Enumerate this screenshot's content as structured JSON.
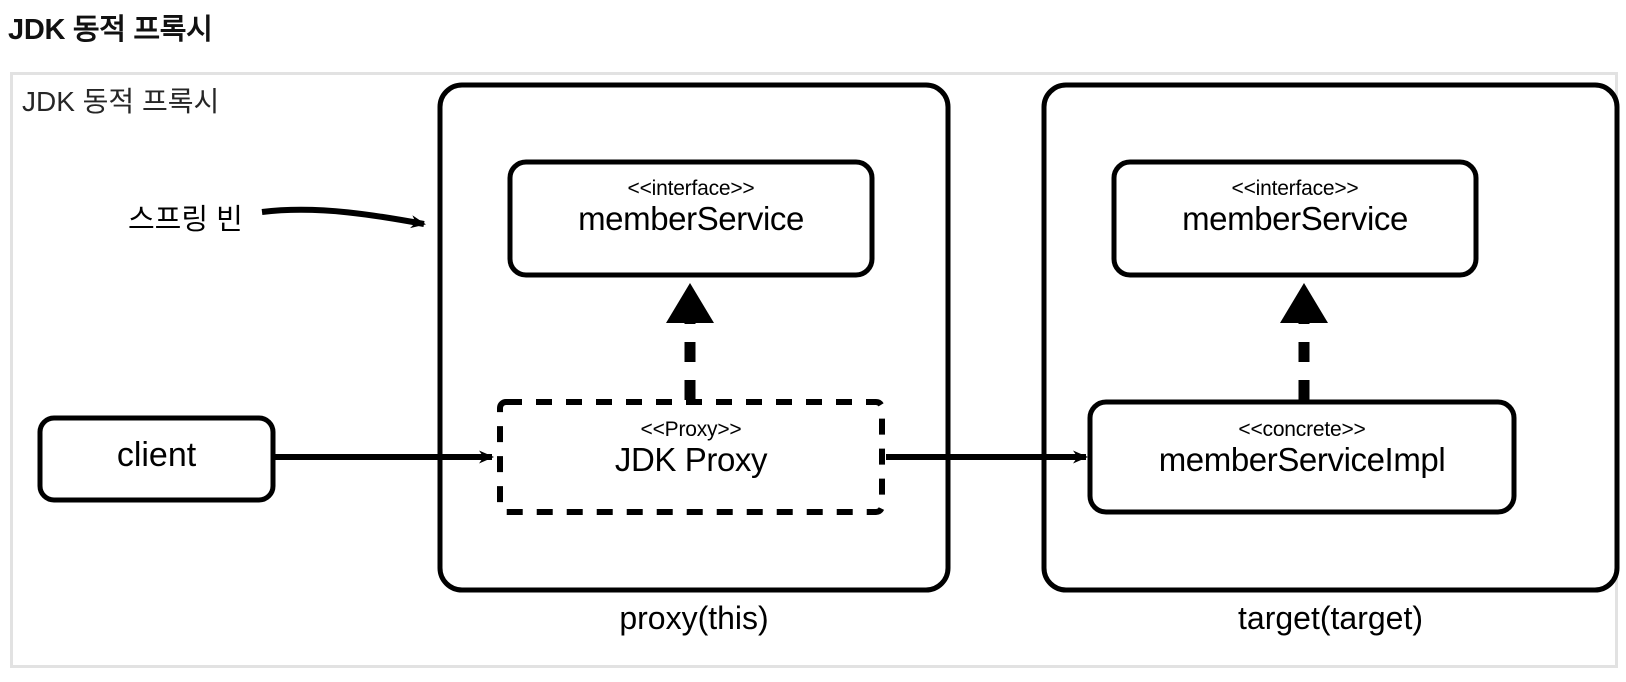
{
  "page": {
    "title": "JDK 동적 프록시"
  },
  "diagram": {
    "caption": "JDK 동적 프록시",
    "type": "uml-class-diagram",
    "annotations": [
      {
        "name": "spring-bean",
        "label": "스프링 빈"
      }
    ],
    "containers": [
      {
        "name": "proxy-container",
        "label": "proxy(this)",
        "nodes": [
          "proxy-interface-node",
          "jdk-proxy-node"
        ]
      },
      {
        "name": "target-container",
        "label": "target(target)",
        "nodes": [
          "target-interface-node",
          "member-service-impl-node"
        ]
      }
    ],
    "nodes": [
      {
        "name": "client-node",
        "stereotype": "",
        "title": "client",
        "border": "solid"
      },
      {
        "name": "proxy-interface-node",
        "stereotype": "<<interface>>",
        "title": "memberService",
        "border": "solid"
      },
      {
        "name": "jdk-proxy-node",
        "stereotype": "<<Proxy>>",
        "title": "JDK Proxy",
        "border": "dashed"
      },
      {
        "name": "target-interface-node",
        "stereotype": "<<interface>>",
        "title": "memberService",
        "border": "solid"
      },
      {
        "name": "member-service-impl-node",
        "stereotype": "<<concrete>>",
        "title": "memberServiceImpl",
        "border": "solid"
      }
    ],
    "edges": [
      {
        "name": "spring-bean-to-proxy-container",
        "style": "curved-arrow",
        "from": "스프링 빈",
        "to": "proxy-container"
      },
      {
        "name": "client-to-jdk-proxy",
        "style": "solid-arrow",
        "from": "client",
        "to": "JDK Proxy"
      },
      {
        "name": "jdk-proxy-to-member-service-impl",
        "style": "solid-arrow",
        "from": "JDK Proxy",
        "to": "memberServiceImpl"
      },
      {
        "name": "jdk-proxy-implements-member-service",
        "style": "dashed-hollow-up-arrow",
        "from": "JDK Proxy",
        "to": "memberService"
      },
      {
        "name": "member-service-impl-implements-member-service",
        "style": "dashed-hollow-up-arrow",
        "from": "memberServiceImpl",
        "to": "memberService"
      }
    ],
    "colors": {
      "stroke": "#000000",
      "frame_border": "#e2e2e2",
      "background": "#ffffff"
    }
  }
}
